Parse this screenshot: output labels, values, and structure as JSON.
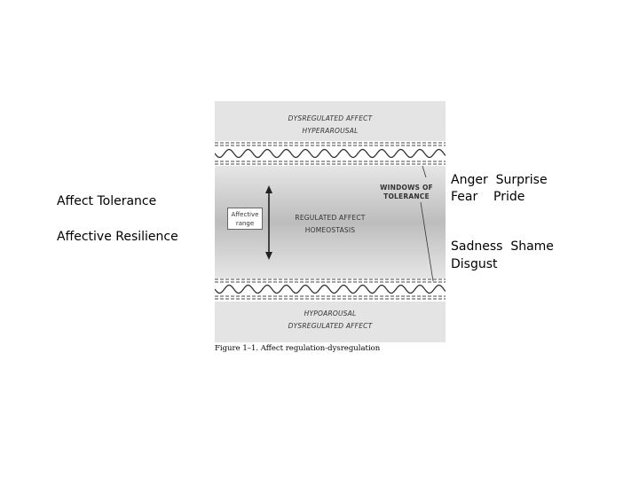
{
  "left_labels": {
    "affect_tolerance": "Affect Tolerance",
    "affective_resilience": "Affective Resilience"
  },
  "right_labels": {
    "upper_line1": "Anger  Surprise",
    "upper_line2": "Fear    Pride",
    "lower_line1": "Sadness  Shame",
    "lower_line2": "Disgust"
  },
  "figure": {
    "top_band": {
      "line1": "DYSREGULATED AFFECT",
      "line2": "HYPERAROUSAL"
    },
    "middle_band": {
      "line1": "REGULATED AFFECT",
      "line2": "HOMEOSTASIS",
      "window_label_line1": "WINDOWS OF",
      "window_label_line2": "TOLERANCE",
      "range_box_line1": "Affective",
      "range_box_line2": "range"
    },
    "bottom_band": {
      "line1": "HYPOAROUSAL",
      "line2": "DYSREGULATED AFFECT"
    },
    "caption": "Figure 1–1. Affect regulation-dysregulation"
  },
  "colors": {
    "band_gray": "#e4e4e4",
    "gradient_center": "#bdbdbd",
    "line_color": "#333333"
  }
}
